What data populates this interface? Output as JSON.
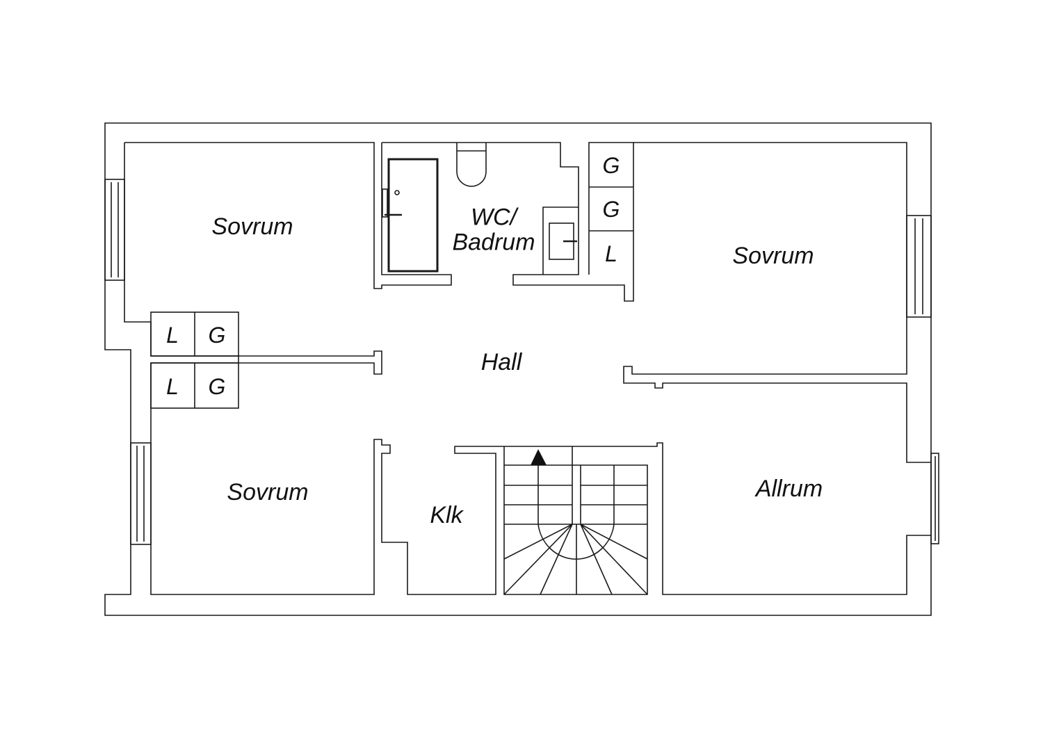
{
  "rooms": {
    "sovrum_top_left": "Sovrum",
    "wc_line1": "WC/",
    "wc_line2": "Badrum",
    "sovrum_top_right": "Sovrum",
    "hall": "Hall",
    "sovrum_bottom_left": "Sovrum",
    "klk": "Klk",
    "allrum": "Allrum"
  },
  "closets": {
    "right_1": "G",
    "right_2": "G",
    "right_3": "L",
    "left_upper_1": "L",
    "left_upper_2": "G",
    "left_lower_1": "L",
    "left_lower_2": "G"
  },
  "colors": {
    "line": "#1a1a1a",
    "background": "#ffffff"
  }
}
